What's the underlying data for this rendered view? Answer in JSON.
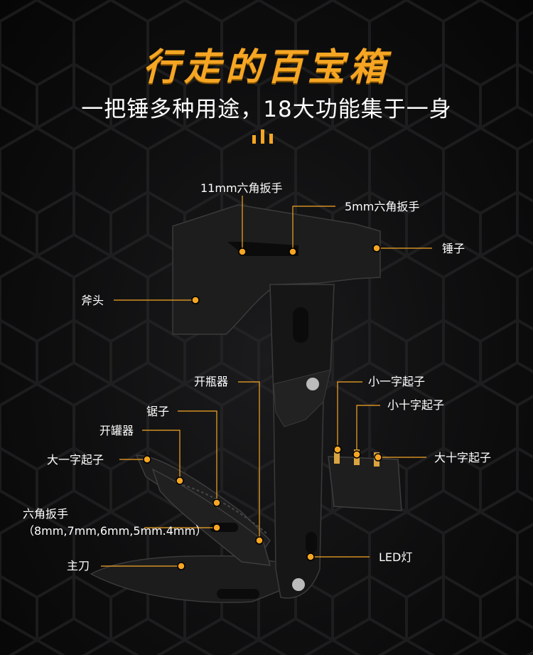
{
  "header": {
    "title": "行走的百宝箱",
    "subtitle": "一把锤多种用途，18大功能集于一身"
  },
  "colors": {
    "accent": "#f6a623",
    "background": "#0b0b0c",
    "tool_body": "#1a1a1a"
  },
  "callouts": {
    "hex_11mm": "11mm六角扳手",
    "hex_5mm": "5mm六角扳手",
    "hammer": "锤子",
    "axe_head": "斧头",
    "bottle_opener": "开瓶器",
    "saw": "锯子",
    "can_opener": "开罐器",
    "large_flat_screwdriver": "大一字起子",
    "hex_wrench_multi": "六角扳手（8mm,7mm,6mm,5mm.4mm）",
    "main_blade": "主刀",
    "small_flat_screwdriver": "小一字起子",
    "small_phillips_screwdriver": "小十字起子",
    "large_phillips_screwdriver": "大十字起子",
    "led_light": "LED灯"
  }
}
